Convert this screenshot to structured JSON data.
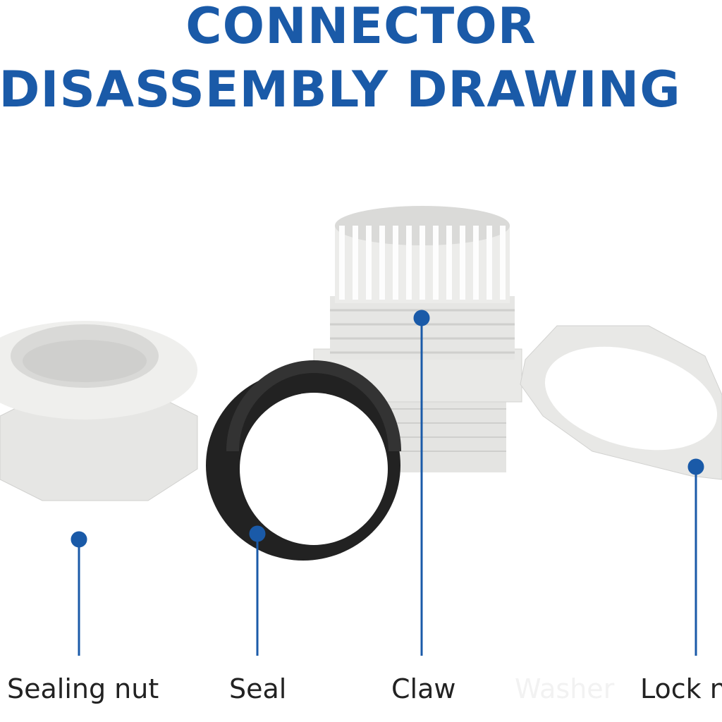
{
  "title": {
    "line1": "CONNECTOR",
    "line2": "DISASSEMBLY DRAWING"
  },
  "labels": {
    "sealing_nut": "Sealing nut",
    "seal": "Seal",
    "claw": "Claw",
    "washer": "Washer",
    "lock_nut": "Lock n"
  },
  "colors": {
    "title": "#1a5aa8",
    "callout": "#1a5aa8",
    "label": "#222222",
    "part_white": "#e8e8e6",
    "seal_black": "#1e1e1e"
  }
}
